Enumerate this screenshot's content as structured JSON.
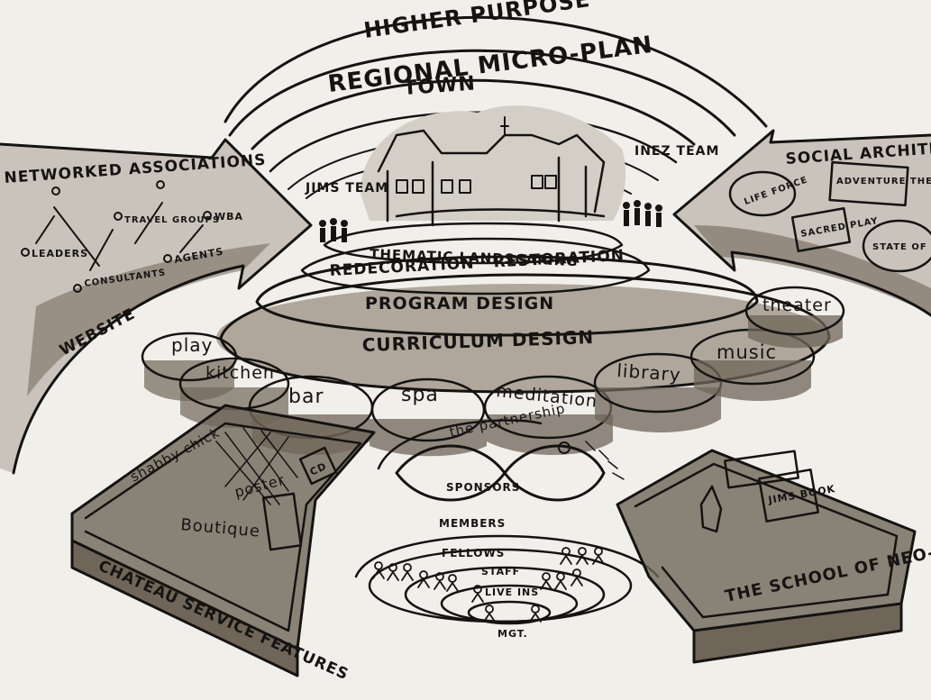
{
  "rings": {
    "higher_purpose": "HIGHER PURPOSE",
    "regional": "REGIONAL MICRO-PLAN",
    "town": "TOWN"
  },
  "teams": {
    "jims": "JIMS TEAM",
    "inez": "INEZ TEAM"
  },
  "tiers": {
    "thematic": "THEMATIC LANDSCAPING",
    "redecoration": "REDECORATION · RESTORATION",
    "program": "PROGRAM DESIGN",
    "curriculum": "CURRICULUM DESIGN"
  },
  "venues": {
    "play": "play",
    "kitchen": "kitchen",
    "bar": "bar",
    "spa": "spa",
    "meditation": "meditation",
    "library": "library",
    "music": "music",
    "theater": "theater"
  },
  "networked": {
    "title": "NETWORKED ASSOCIATIONS",
    "leaders": "LEADERS",
    "travel": "TRAVEL GROUPS",
    "wba": "WBA",
    "consultants": "CONSULTANTS",
    "agents": "AGENTS",
    "website": "WEBSITE"
  },
  "social": {
    "title": "SOCIAL ARCHITECT",
    "life_force": "LIFE FORCE",
    "adventure": "ADVENTURE THEATER",
    "sacred": "SACRED PLAY",
    "state": "STATE OF BEING"
  },
  "chateau": {
    "title": "CHATEAU SERVICE FEATURES",
    "shabby": "shabby chick",
    "cd": "CD",
    "poster": "poster",
    "boutique": "Boutique"
  },
  "partnership": {
    "label": "the partnership",
    "sponsors": "SPONSORS"
  },
  "membership": {
    "members": "MEMBERS",
    "fellows": "FELLOWS",
    "staff": "STAFF",
    "live_ins": "LIVE INS",
    "mgt": "MGT."
  },
  "school": {
    "title": "THE SCHOOL OF NEO-ALCHEMY",
    "book": "JIMS BOOK"
  }
}
